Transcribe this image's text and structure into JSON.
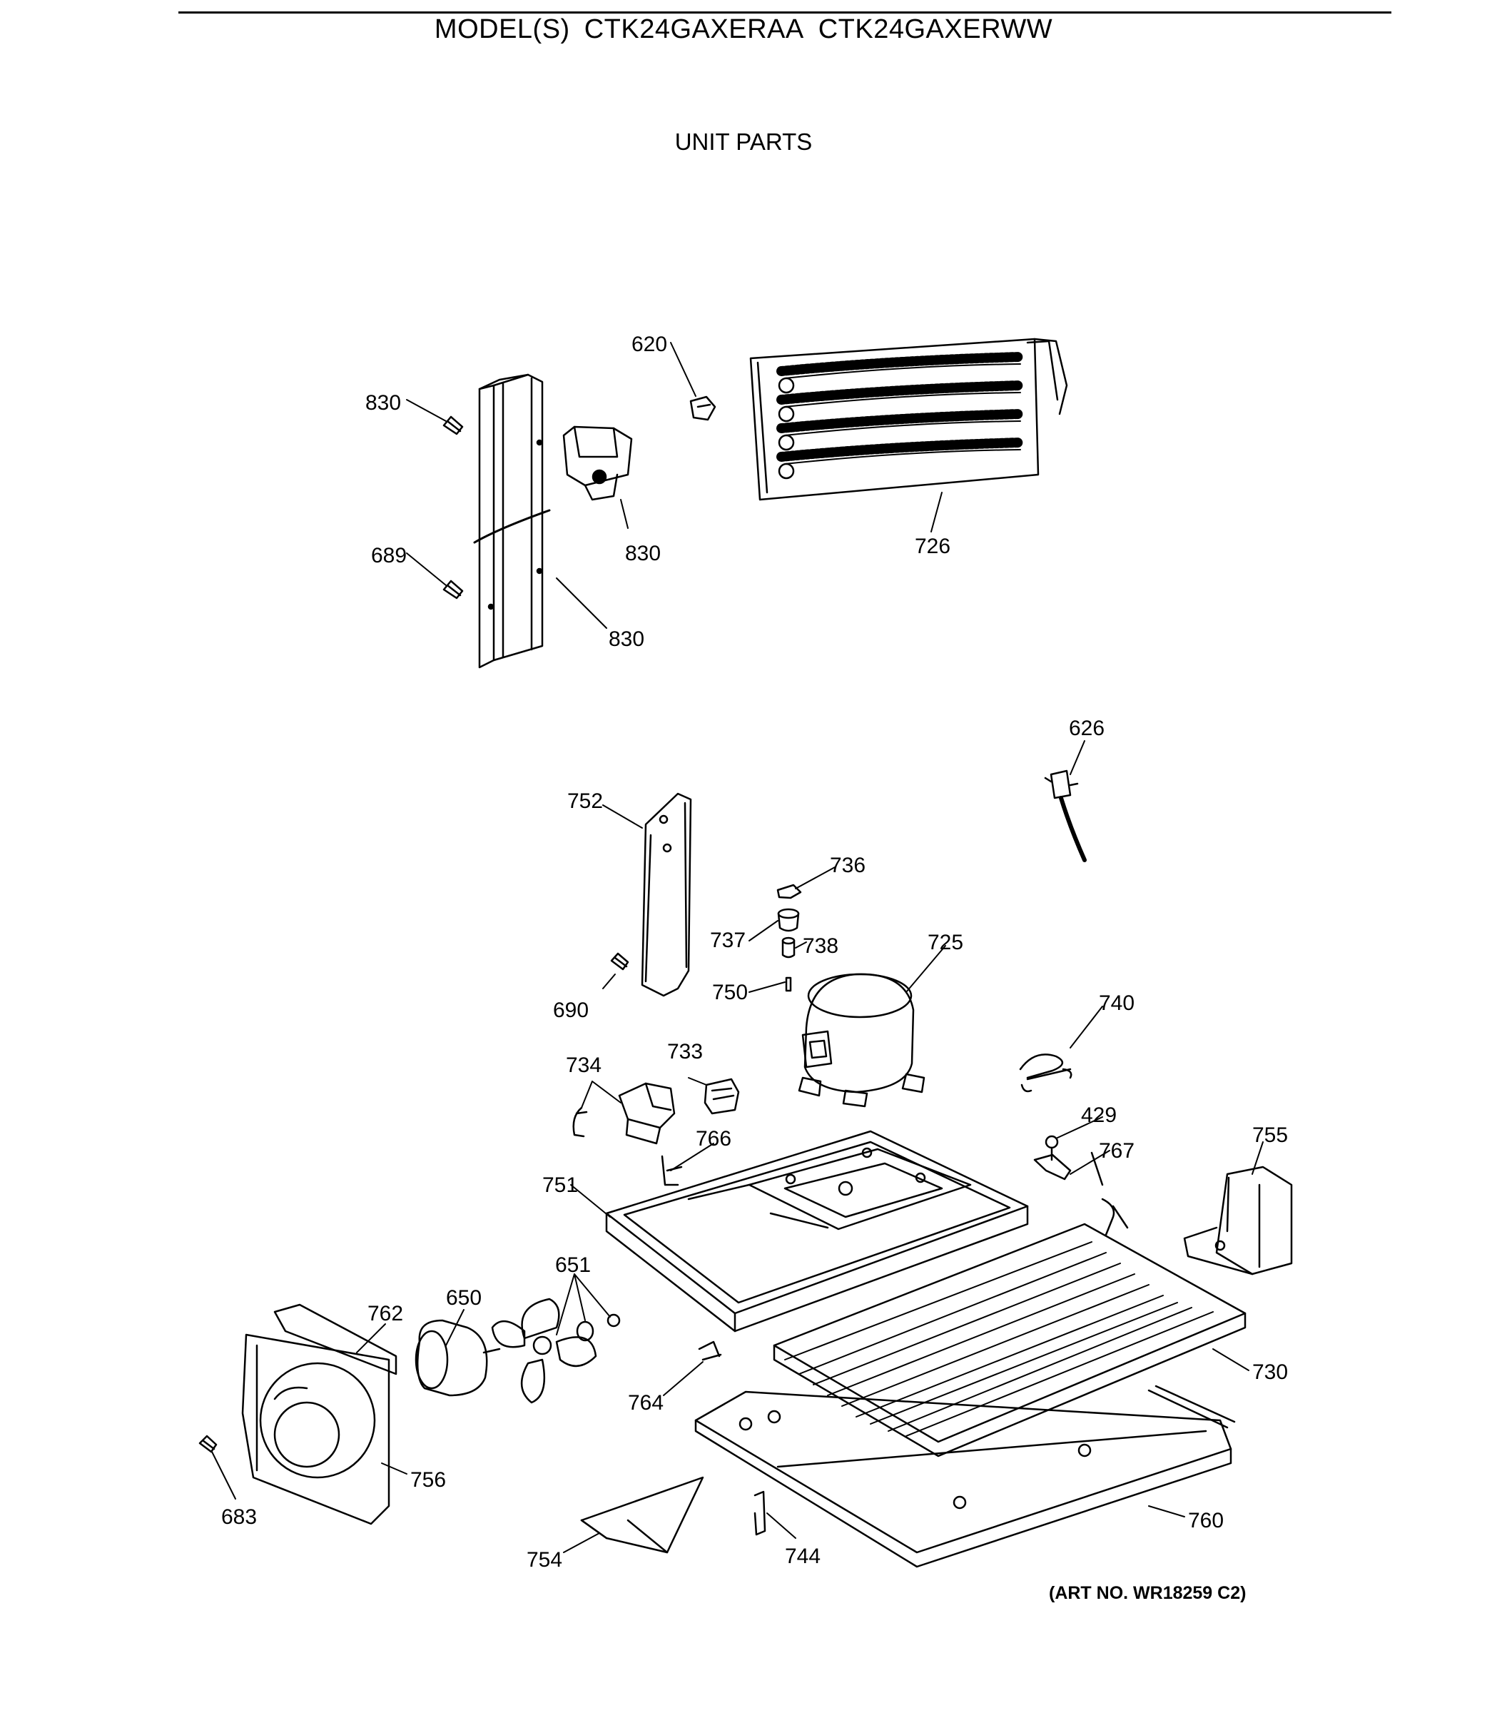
{
  "header": {
    "models_label": "MODEL(S)",
    "models": [
      "CTK24GAXERAA",
      "CTK24GAXERWW"
    ],
    "section_title": "UNIT PARTS"
  },
  "footer": {
    "art_number": "(ART NO. WR18259 C2)"
  },
  "callouts": {
    "c830_a": "830",
    "c830_b": "830",
    "c830_c": "830",
    "c689": "689",
    "c620": "620",
    "c726": "726",
    "c626": "626",
    "c752": "752",
    "c736": "736",
    "c737": "737",
    "c738": "738",
    "c725": "725",
    "c750": "750",
    "c690": "690",
    "c740": "740",
    "c734": "734",
    "c733": "733",
    "c429": "429",
    "c755": "755",
    "c766": "766",
    "c767": "767",
    "c751": "751",
    "c651": "651",
    "c762": "762",
    "c650": "650",
    "c730": "730",
    "c764": "764",
    "c756": "756",
    "c683": "683",
    "c760": "760",
    "c754": "754",
    "c744": "744"
  },
  "colors": {
    "ink": "#000000",
    "paper": "#ffffff"
  }
}
